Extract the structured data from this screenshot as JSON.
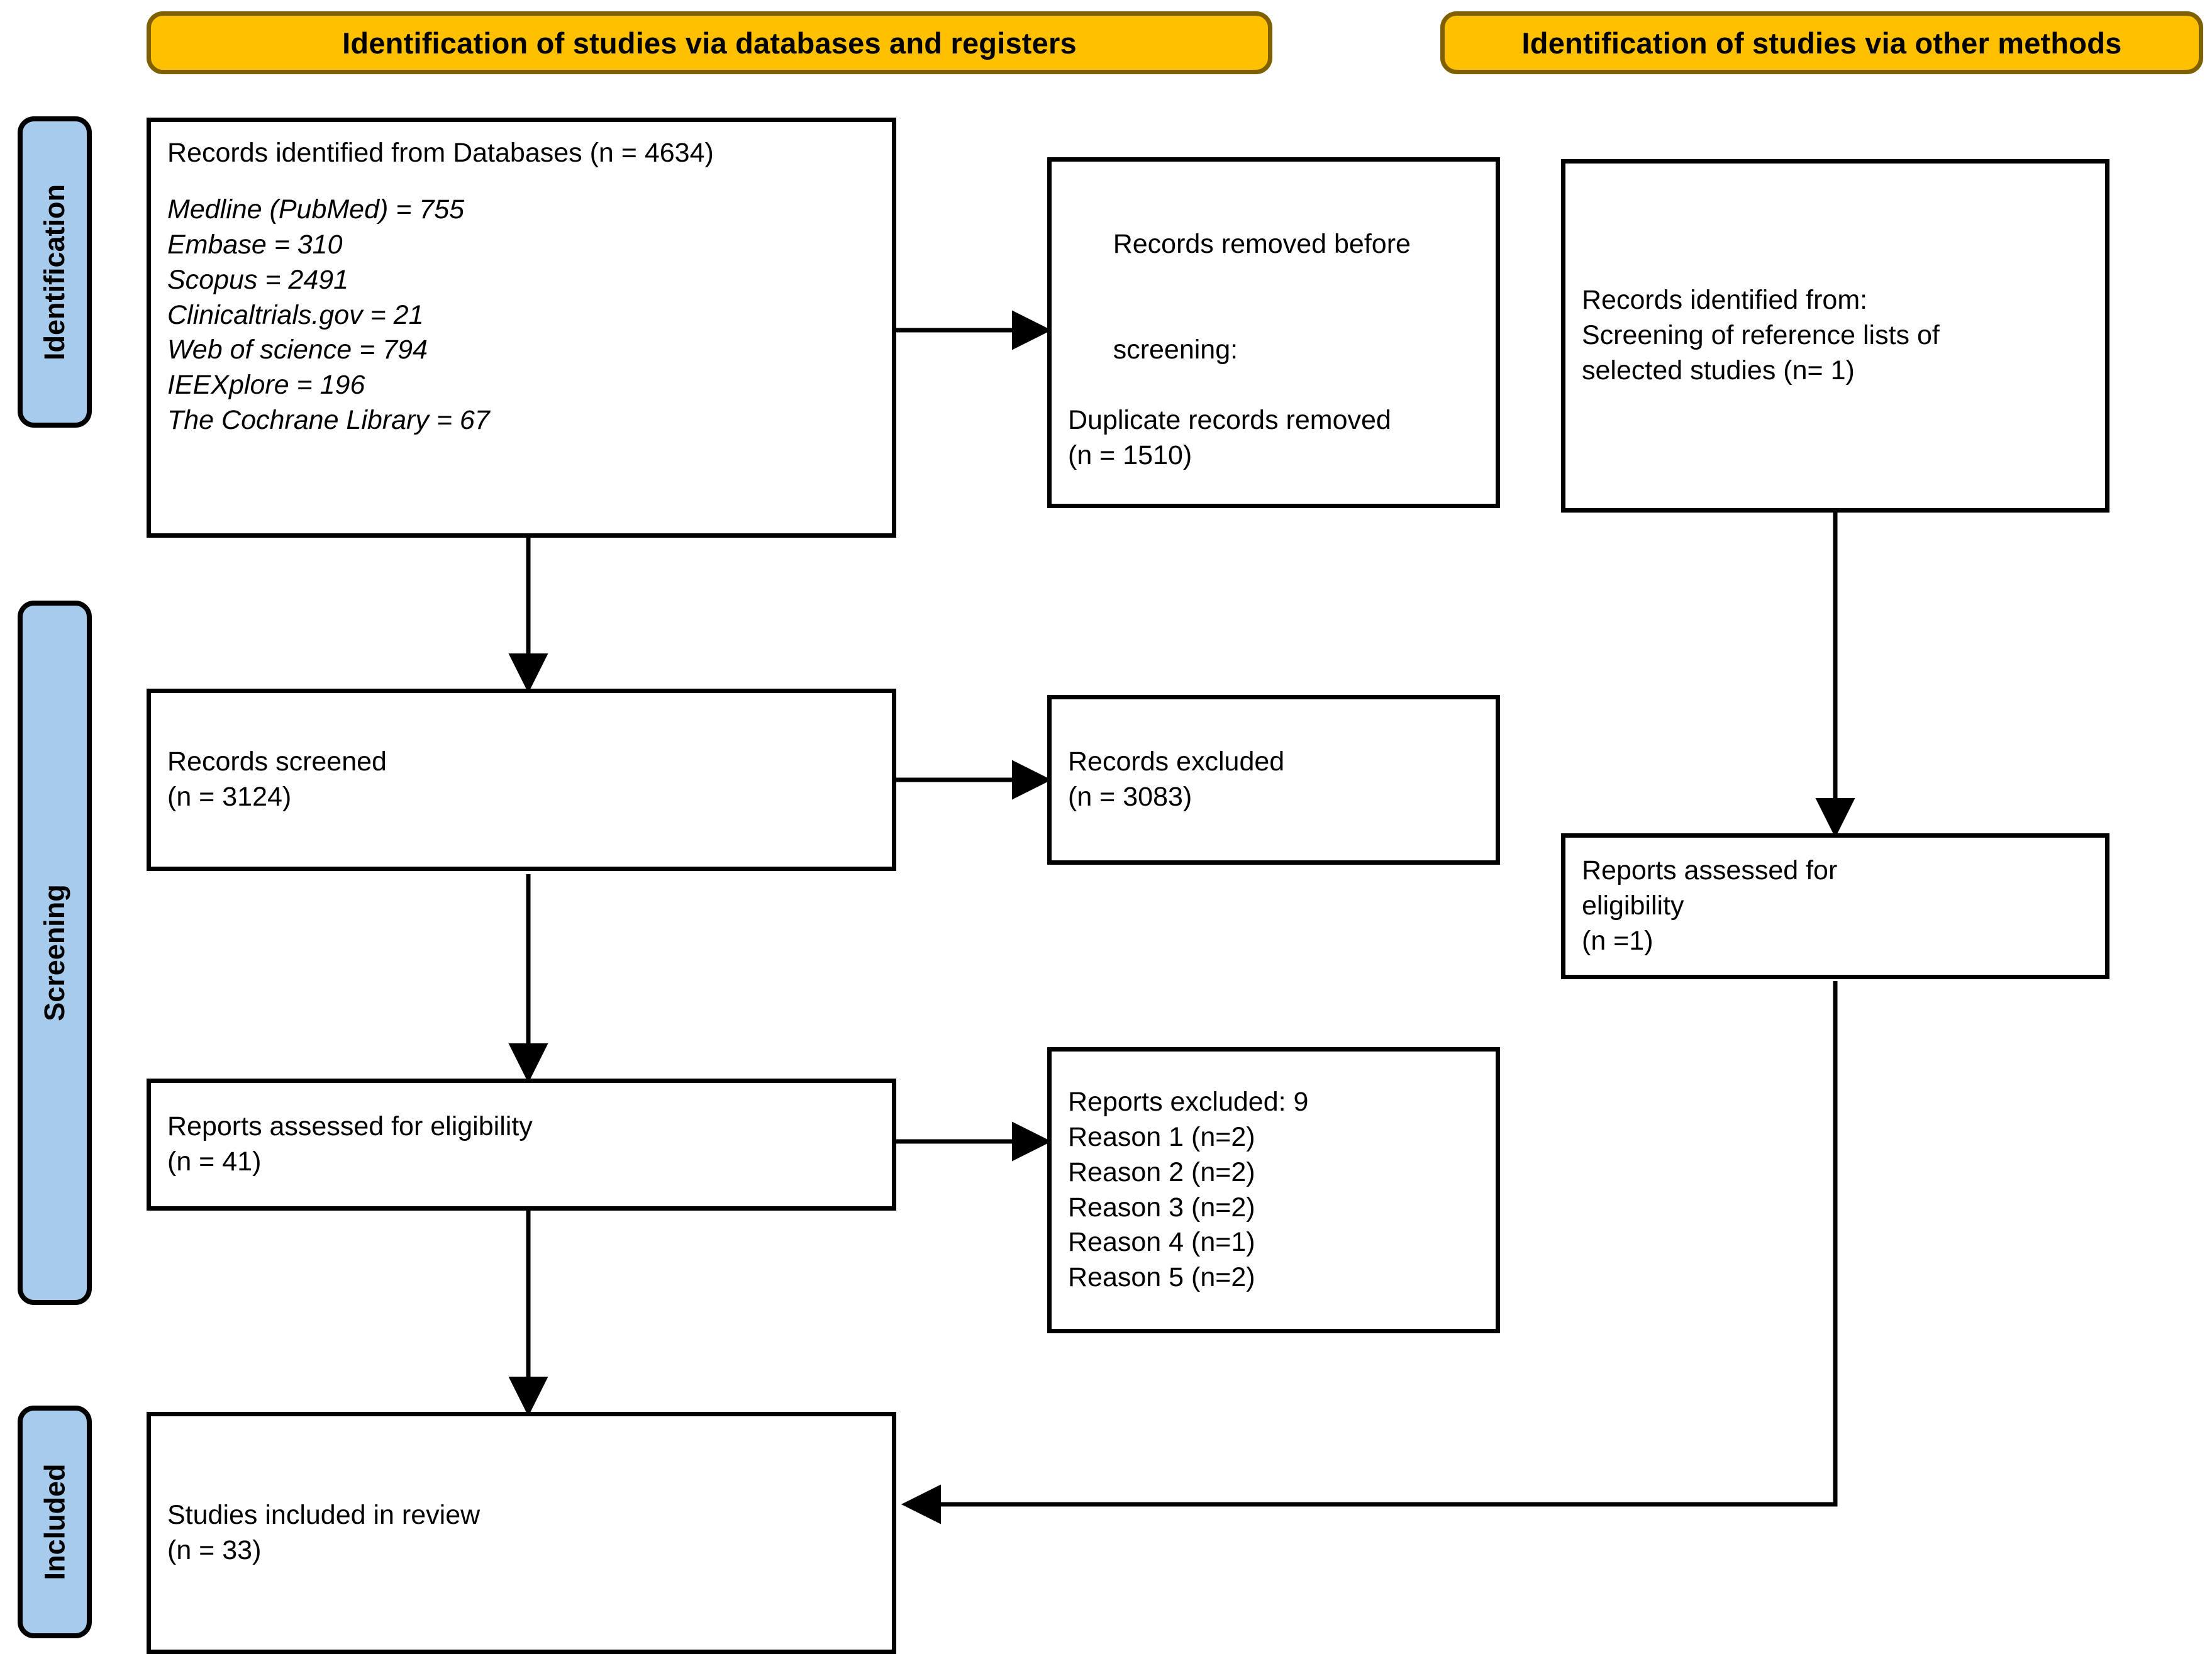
{
  "headers": [
    {
      "id": "databases",
      "label": "Identification of studies via databases and registers"
    },
    {
      "id": "other",
      "label": "Identification of studies via other methods"
    }
  ],
  "stages": [
    {
      "id": "identification",
      "label": "Identification"
    },
    {
      "id": "screening",
      "label": "Screening"
    },
    {
      "id": "included",
      "label": "Included"
    }
  ],
  "boxes": {
    "records_identified": {
      "title": "Records identified from Databases (n = 4634)",
      "sources": [
        "Medline (PubMed) = 755",
        "Embase = 310",
        "Scopus = 2491",
        "Clinicaltrials.gov = 21",
        "Web of science = 794",
        "IEEXplore = 196",
        "The Cochrane Library = 67"
      ]
    },
    "records_removed": {
      "line1_plain": "Records removed ",
      "line1_italic": "before",
      "line2_italic": "screening",
      "line2_plain": ":",
      "line3": "Duplicate records removed",
      "line4": "(n = 1510)"
    },
    "other_identified": {
      "line1": "Records identified from:",
      "line2": "Screening of reference lists of",
      "line3": "selected studies (n= 1)"
    },
    "records_screened": {
      "line1": "Records screened",
      "line2": "(n = 3124)"
    },
    "records_excluded": {
      "line1": "Records excluded",
      "line2": "(n = 3083)"
    },
    "reports_assessed": {
      "line1": "Reports assessed for eligibility",
      "line2": "(n = 41)"
    },
    "reports_excluded": {
      "title": "Reports excluded: 9",
      "reasons": [
        "Reason 1 (n=2)",
        "Reason 2 (n=2)",
        "Reason 3 (n=2)",
        "Reason 4 (n=1)",
        "Reason 5 (n=2)"
      ]
    },
    "other_reports_assessed": {
      "line1": "Reports assessed for",
      "line2": "eligibility",
      "line3": "(n =1)"
    },
    "studies_included": {
      "line1": "Studies included in review",
      "line2": "(n = 33)"
    }
  },
  "chart_data": {
    "type": "diagram",
    "title": "PRISMA 2020 flow diagram",
    "nodes": [
      {
        "id": "records_identified",
        "column": "databases",
        "stage": "Identification",
        "n": 4634
      },
      {
        "id": "records_removed",
        "column": "databases",
        "stage": "Identification",
        "n": 1510
      },
      {
        "id": "other_identified",
        "column": "other",
        "stage": "Identification",
        "n": 1
      },
      {
        "id": "records_screened",
        "column": "databases",
        "stage": "Screening",
        "n": 3124
      },
      {
        "id": "records_excluded",
        "column": "databases",
        "stage": "Screening",
        "n": 3083
      },
      {
        "id": "reports_assessed",
        "column": "databases",
        "stage": "Screening",
        "n": 41
      },
      {
        "id": "reports_excluded",
        "column": "databases",
        "stage": "Screening",
        "n": 9
      },
      {
        "id": "other_reports_assessed",
        "column": "other",
        "stage": "Screening",
        "n": 1
      },
      {
        "id": "studies_included",
        "column": "databases",
        "stage": "Included",
        "n": 33
      }
    ],
    "source_counts": {
      "Medline (PubMed)": 755,
      "Embase": 310,
      "Scopus": 2491,
      "Clinicaltrials.gov": 21,
      "Web of science": 794,
      "IEEXplore": 196,
      "The Cochrane Library": 67
    },
    "exclusion_reasons": {
      "Reason 1": 2,
      "Reason 2": 2,
      "Reason 3": 2,
      "Reason 4": 1,
      "Reason 5": 2
    },
    "edges": [
      {
        "from": "records_identified",
        "to": "records_removed"
      },
      {
        "from": "records_identified",
        "to": "records_screened"
      },
      {
        "from": "records_screened",
        "to": "records_excluded"
      },
      {
        "from": "records_screened",
        "to": "reports_assessed"
      },
      {
        "from": "reports_assessed",
        "to": "reports_excluded"
      },
      {
        "from": "reports_assessed",
        "to": "studies_included"
      },
      {
        "from": "other_identified",
        "to": "other_reports_assessed"
      },
      {
        "from": "other_reports_assessed",
        "to": "studies_included"
      }
    ]
  },
  "colors": {
    "header_fill": "#FFC000",
    "header_border": "#7F6000",
    "stage_fill": "#A7CBEC",
    "line": "#000000",
    "box_fill": "#FFFFFF"
  }
}
